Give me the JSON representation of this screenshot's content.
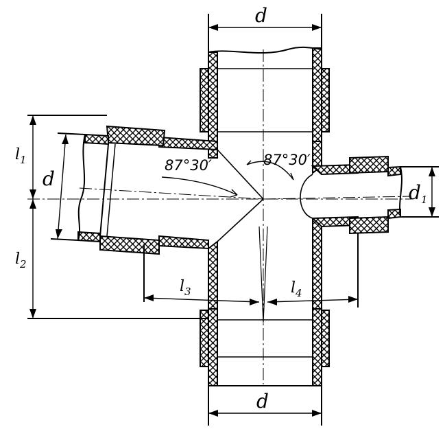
{
  "labels": {
    "d_top": "d",
    "d_left": "d",
    "d_bottom": "d",
    "d1_main": "d",
    "d1_sub": "1",
    "l1_main": "l",
    "l1_sub": "1",
    "l2_main": "l",
    "l2_sub": "2",
    "l3_main": "l",
    "l3_sub": "3",
    "l4_main": "l",
    "l4_sub": "4",
    "angle_left": "87°30′",
    "angle_right": "87°30′"
  },
  "colors": {
    "stroke": "#000000",
    "background": "#ffffff",
    "hatch": "#000000"
  }
}
